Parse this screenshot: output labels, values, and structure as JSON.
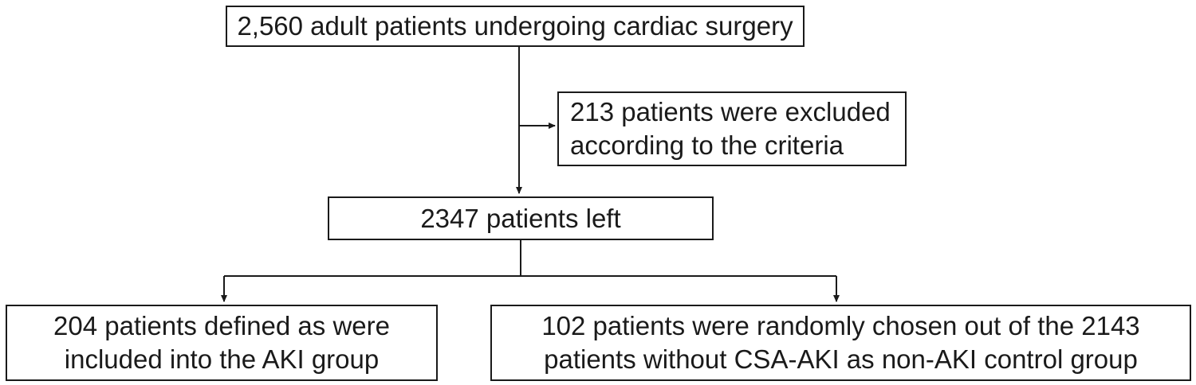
{
  "flowchart": {
    "top_box": {
      "lines": [
        "2,560 adult patients undergoing cardiac surgery"
      ]
    },
    "excluded_box": {
      "lines": [
        "213 patients were excluded",
        "according to the criteria"
      ]
    },
    "remaining_box": {
      "lines": [
        "2347 patients left"
      ]
    },
    "aki_box": {
      "lines": [
        "204 patients defined as were",
        "included into the AKI group"
      ]
    },
    "non_aki_box": {
      "lines": [
        "102 patients were randomly chosen out of the 2143",
        "patients without CSA-AKI as non-AKI control group"
      ]
    }
  },
  "colors": {
    "stroke": "#1a1a1a",
    "background": "#ffffff"
  }
}
